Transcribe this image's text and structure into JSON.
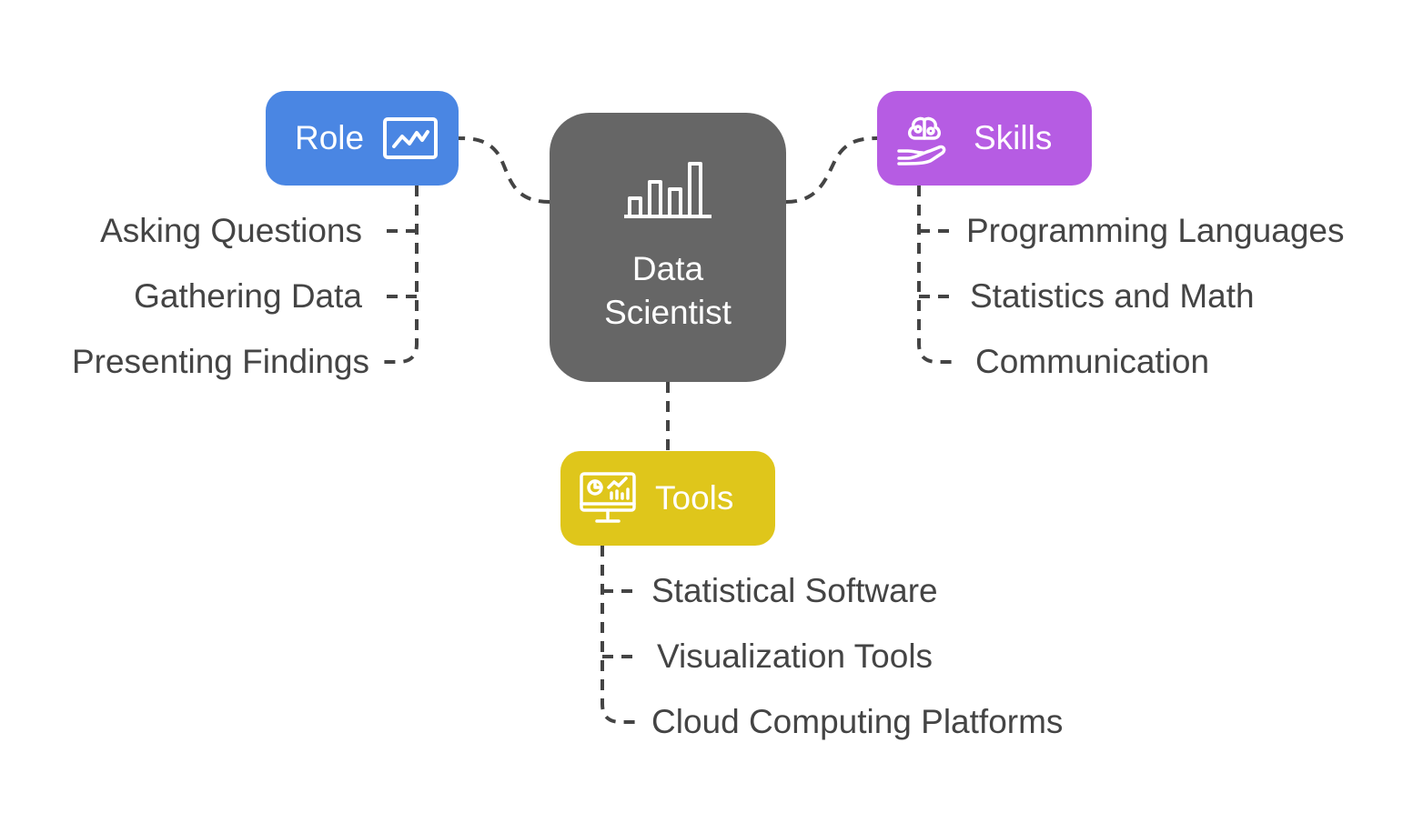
{
  "colors": {
    "center": "#666666",
    "role": "#4a86e3",
    "skills": "#b65ce3",
    "tools": "#dfc61b",
    "connector": "#444444",
    "leaf_text": "#444444"
  },
  "center": {
    "label_line1": "Data",
    "label_line2": "Scientist",
    "icon": "bar-chart-icon"
  },
  "branches": {
    "role": {
      "label": "Role",
      "icon": "trend-line-icon",
      "items": [
        "Asking Questions",
        "Gathering Data",
        "Presenting Findings"
      ]
    },
    "skills": {
      "label": "Skills",
      "icon": "brain-in-hand-icon",
      "items": [
        "Programming Languages",
        "Statistics and Math",
        "Communication"
      ]
    },
    "tools": {
      "label": "Tools",
      "icon": "monitor-dashboard-icon",
      "items": [
        "Statistical Software",
        "Visualization Tools",
        "Cloud Computing Platforms"
      ]
    }
  }
}
